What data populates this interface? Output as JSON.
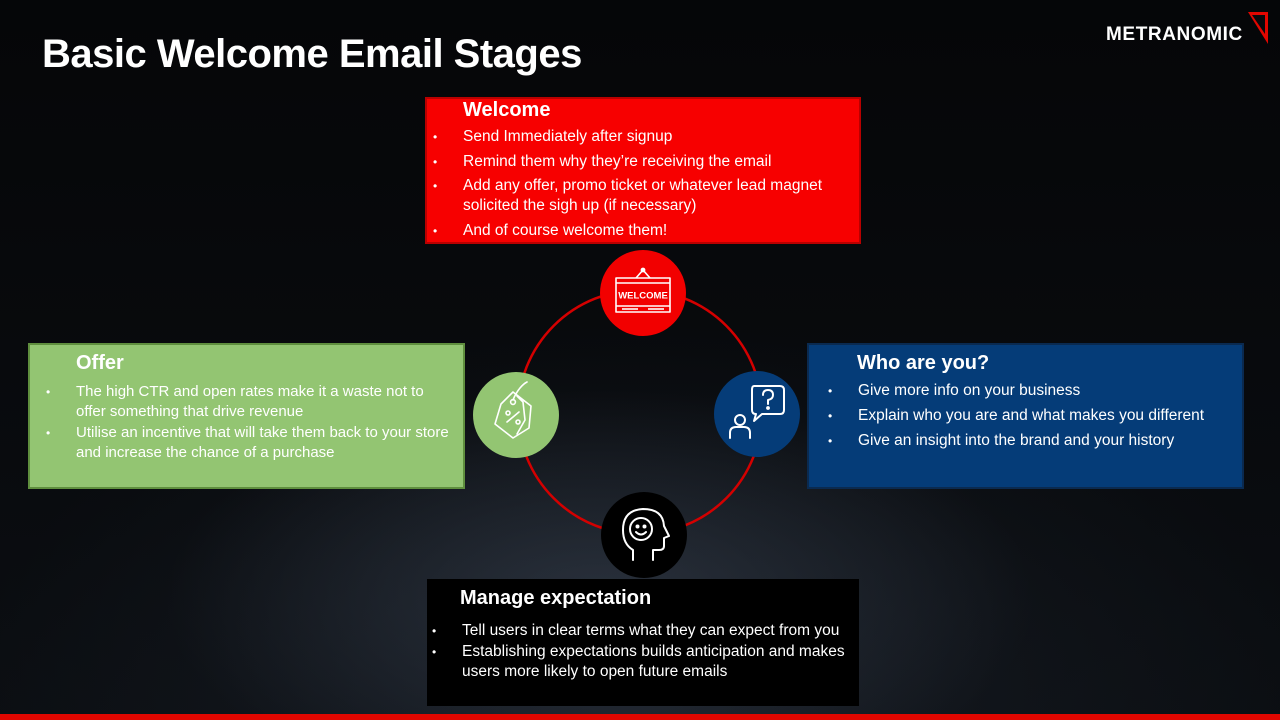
{
  "slide": {
    "title": "Basic Welcome Email Stages",
    "brand": "METRANOMIC"
  },
  "colors": {
    "welcome": "#f70000",
    "offer": "#93c572",
    "who": "#053c78",
    "manage": "#000000",
    "ring": "#d40000",
    "accent_bar": "#e10600"
  },
  "stages": {
    "welcome": {
      "title": "Welcome",
      "icon": "welcome-sign-icon",
      "sign_text": "WELCOME",
      "bullets": [
        "Send Immediately after signup",
        "Remind them why they’re receiving the email",
        "Add any offer, promo ticket or whatever lead magnet solicited the sigh up (if necessary)",
        "And of course welcome them!"
      ]
    },
    "offer": {
      "title": "Offer",
      "icon": "discount-tag-icon",
      "bullets": [
        "The high CTR and open rates make it a waste not to offer something that drive revenue",
        "Utilise an incentive that will take them back to your store and increase the chance of a purchase"
      ]
    },
    "who": {
      "title": "Who are you?",
      "icon": "user-question-icon",
      "bullets": [
        "Give more info on your business",
        "Explain who you are and what makes you different",
        "Give an insight into the brand and your history"
      ]
    },
    "manage": {
      "title": "Manage expectation",
      "icon": "head-smile-icon",
      "bullets": [
        "Tell users in clear terms what they can expect from you",
        "Establishing expectations builds anticipation and makes users more likely to open future emails"
      ]
    }
  }
}
